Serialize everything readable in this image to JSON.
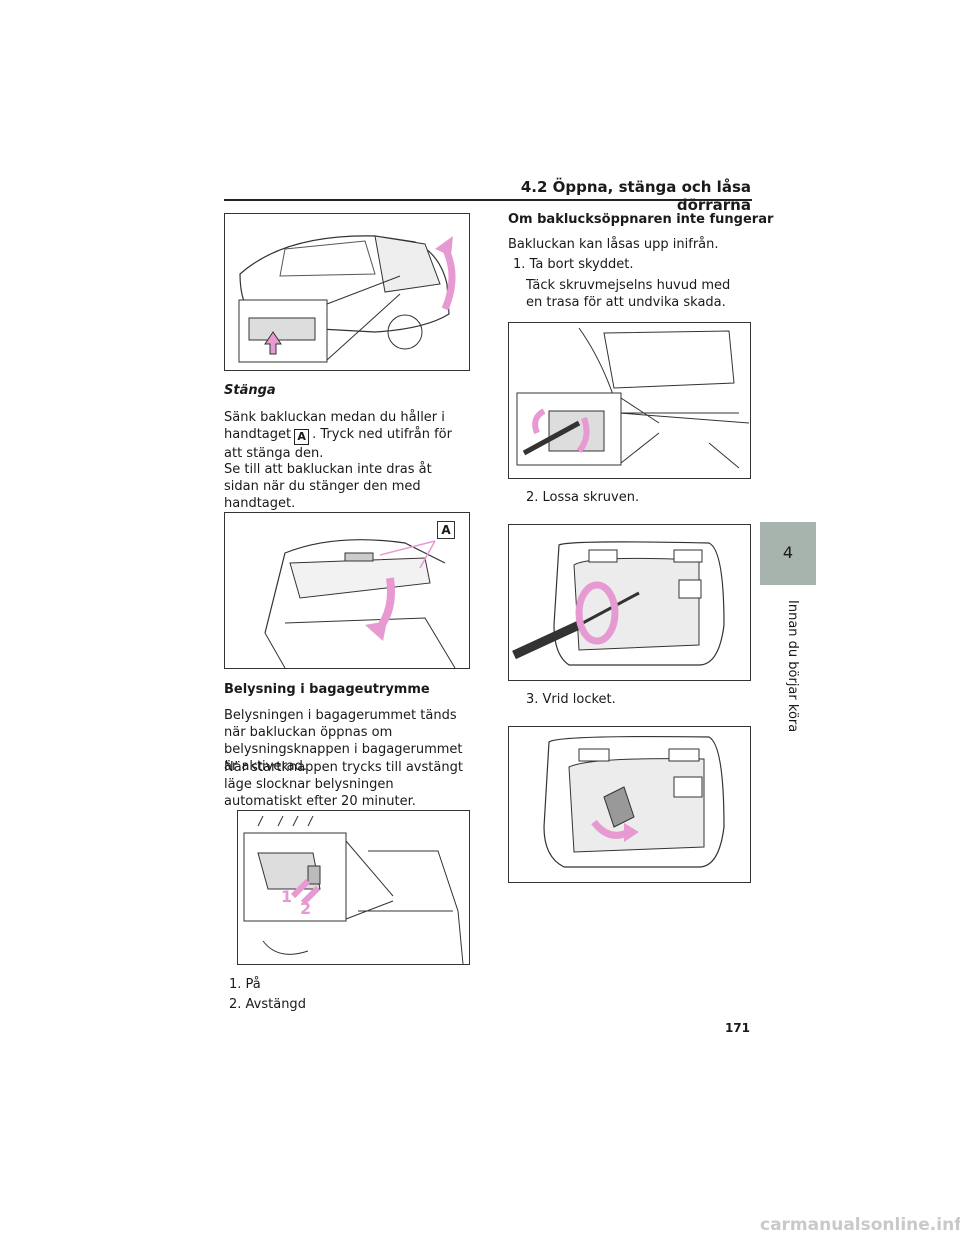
{
  "header": {
    "section_title": "4.2  Öppna, stänga och låsa dörrarna"
  },
  "side_tab": {
    "chapter_number": "4",
    "chapter_label": "Innan du börjar köra"
  },
  "left_column": {
    "close": {
      "heading": "Stänga",
      "para1_a": "Sänk bakluckan medan du håller i handtaget",
      "para1_marker": "A",
      "para1_b": ". Tryck ned utifrån för att stänga den.",
      "para2": "Se till att bakluckan inte dras åt sidan när du stänger den med handtaget."
    },
    "figure2_label": "A",
    "lighting": {
      "heading": "Belysning i bagageutrymme",
      "para1": "Belysningen i bagagerummet tänds när bakluckan öppnas om belysningsknappen i bagagerummet är aktiverad.",
      "para2": "När startknappen trycks till avstängt läge slocknar belysningen automatiskt efter 20 minuter."
    },
    "figure3_labels": {
      "one": "1",
      "two": "2"
    },
    "list": [
      "1. På",
      "2. Avstängd"
    ]
  },
  "right_column": {
    "heading": "Om baklucksöppnaren inte fungerar",
    "intro": "Bakluckan kan låsas upp inifrån.",
    "step1": "1. Ta bort skyddet.",
    "step1_note": "Täck skruvmejselns huvud med en trasa för att undvika skada.",
    "step2": "2. Lossa skruven.",
    "step3": "3. Vrid locket."
  },
  "footer": {
    "page_number": "171",
    "watermark": "carmanualsonline.info"
  },
  "colors": {
    "accent": "#e79ad2",
    "tab": "#a7b4ad"
  }
}
